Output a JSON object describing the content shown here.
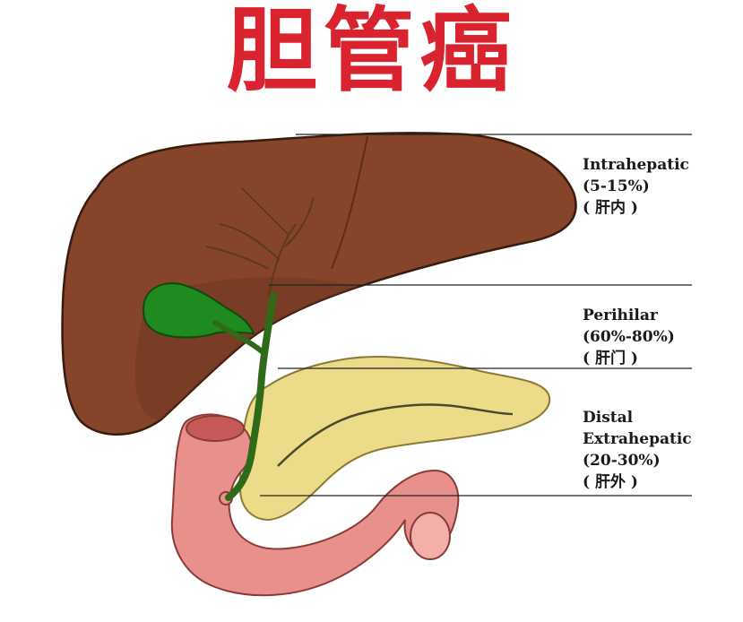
{
  "title": "胆管癌",
  "colors": {
    "title": "#d9232e",
    "liver": "#86452a",
    "gallbladder": "#1f8a1f",
    "bile_duct": "#2f6a18",
    "pancreas": "#ecdc8a",
    "duodenum": "#e8908c",
    "leader_line": "#222222"
  },
  "labels": {
    "intrahepatic": {
      "name": "Intrahepatic",
      "percent": "(5-15%)",
      "cn": "( 肝内 )"
    },
    "perihilar": {
      "name": "Perihilar",
      "percent": "(60%-80%)",
      "cn": "( 肝门 )"
    },
    "distal": {
      "name": "Distal",
      "name2": "Extrahepatic",
      "percent": "(20-30%)",
      "cn": "( 肝外 )"
    }
  }
}
